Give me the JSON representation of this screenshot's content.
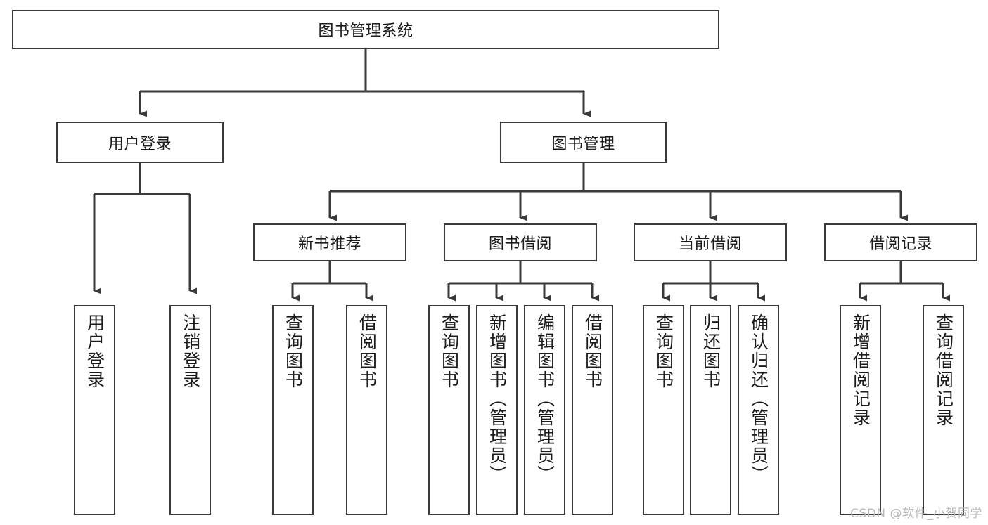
{
  "diagram": {
    "type": "tree-hierarchy-chart",
    "title": "图书管理系统",
    "watermark": "CSDN @软件_小贺同学",
    "stroke_color": "#3a3a3a",
    "fill_color": "#ffffff",
    "text_color": "#1b1b1b",
    "levels": 4,
    "nodes": {
      "root": {
        "label": "图书管理系统",
        "level": 1,
        "orientation": "horizontal"
      },
      "l2": [
        {
          "id": "user-login",
          "label": "用户登录",
          "level": 2,
          "orientation": "horizontal"
        },
        {
          "id": "book-manage",
          "label": "图书管理",
          "level": 2,
          "orientation": "horizontal"
        }
      ],
      "l3": [
        {
          "id": "new-book-recommend",
          "label": "新书推荐",
          "level": 3,
          "orientation": "horizontal",
          "parent": "book-manage"
        },
        {
          "id": "book-borrow",
          "label": "图书借阅",
          "level": 3,
          "orientation": "horizontal",
          "parent": "book-manage"
        },
        {
          "id": "current-borrow",
          "label": "当前借阅",
          "level": 3,
          "orientation": "horizontal",
          "parent": "book-manage"
        },
        {
          "id": "borrow-record",
          "label": "借阅记录",
          "level": 3,
          "orientation": "horizontal",
          "parent": "book-manage"
        }
      ],
      "leaves": [
        {
          "id": "leaf-user-login",
          "label": "用户登录",
          "parent": "user-login",
          "orientation": "vertical"
        },
        {
          "id": "leaf-logout-login",
          "label": "注销登录",
          "parent": "user-login",
          "orientation": "vertical"
        },
        {
          "id": "leaf-query-book-1",
          "label": "查询图书",
          "parent": "new-book-recommend",
          "orientation": "vertical"
        },
        {
          "id": "leaf-borrow-book-1",
          "label": "借阅图书",
          "parent": "new-book-recommend",
          "orientation": "vertical"
        },
        {
          "id": "leaf-query-book-2",
          "label": "查询图书",
          "parent": "book-borrow",
          "orientation": "vertical"
        },
        {
          "id": "leaf-add-book",
          "label": "新增图书（管理员）",
          "parent": "book-borrow",
          "orientation": "vertical"
        },
        {
          "id": "leaf-edit-book",
          "label": "编辑图书（管理员）",
          "parent": "book-borrow",
          "orientation": "vertical"
        },
        {
          "id": "leaf-borrow-book-2",
          "label": "借阅图书",
          "parent": "book-borrow",
          "orientation": "vertical"
        },
        {
          "id": "leaf-query-book-3",
          "label": "查询图书",
          "parent": "current-borrow",
          "orientation": "vertical"
        },
        {
          "id": "leaf-return-book",
          "label": "归还图书",
          "parent": "current-borrow",
          "orientation": "vertical"
        },
        {
          "id": "leaf-confirm-return",
          "label": "确认归还（管理员）",
          "parent": "current-borrow",
          "orientation": "vertical"
        },
        {
          "id": "leaf-add-record",
          "label": "新增借阅记录",
          "parent": "borrow-record",
          "orientation": "vertical"
        },
        {
          "id": "leaf-query-record",
          "label": "查询借阅记录",
          "parent": "borrow-record",
          "orientation": "vertical"
        }
      ]
    }
  }
}
